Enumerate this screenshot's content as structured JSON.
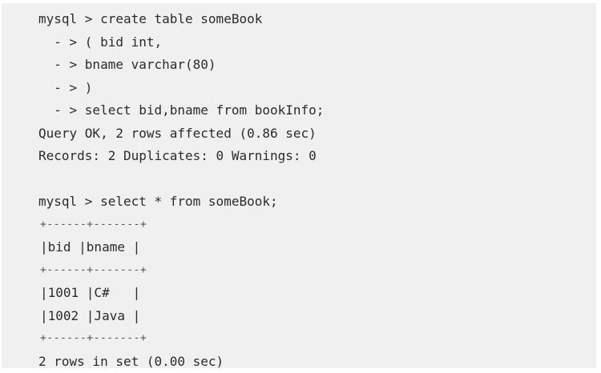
{
  "terminal": {
    "lines": [
      "mysql > create table someBook",
      "  - > ( bid int,",
      "  - > bname varchar(80)",
      "  - > )",
      "  - > select bid,bname from bookInfo;",
      "Query OK, 2 rows affected (0.86 sec)",
      "Records: 2 Duplicates: 0 Warnings: 0",
      "",
      "mysql > select * from someBook;",
      "+------+-------+",
      "|bid |bname |",
      "+------+-------+",
      "|1001 |C#   |",
      "|1002 |Java |",
      "+------+-------+",
      "2 rows in set (0.00 sec)"
    ]
  }
}
